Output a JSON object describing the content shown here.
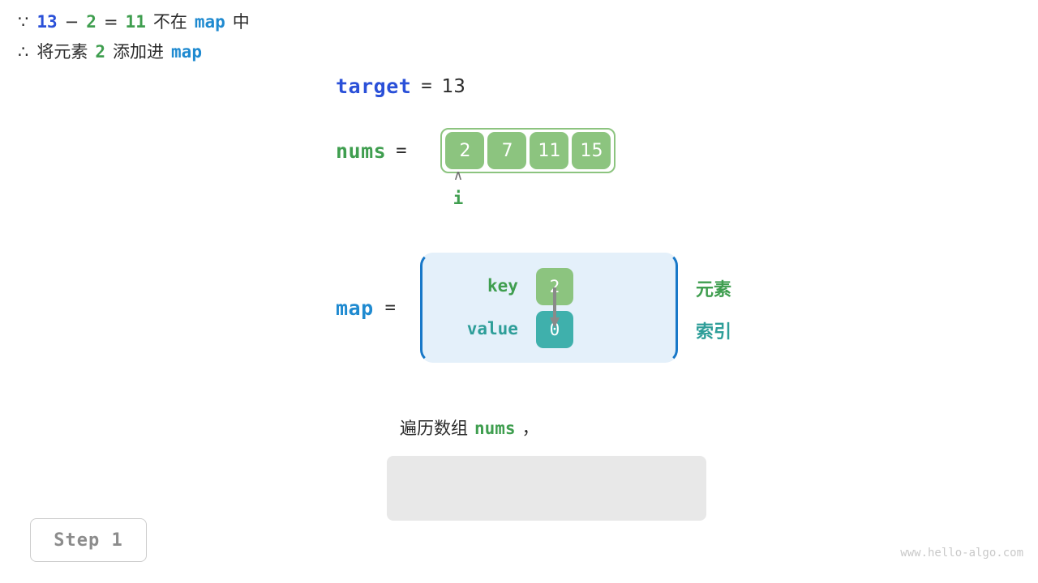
{
  "target": {
    "label": "target",
    "equals": "=",
    "value": "13"
  },
  "nums": {
    "label": "nums",
    "equals": "=",
    "cells": [
      "2",
      "7",
      "11",
      "15"
    ]
  },
  "pointer": {
    "caret": "∧",
    "label": "i"
  },
  "map": {
    "label": "map",
    "equals": "=",
    "key_label": "key",
    "value_label": "value",
    "key_cell": "2",
    "value_cell": "0",
    "side_label_element": "元素",
    "side_label_index": "索引",
    "arrow_color": "#8a8a8a"
  },
  "caption": {
    "prefix": "遍历数组",
    "code": "nums",
    "suffix": "，"
  },
  "explanation": {
    "line1": {
      "symbol": "∵",
      "a": "13",
      "minus": "−",
      "b": "2",
      "eq": "=",
      "result": "11",
      "text_mid": "不在",
      "map": "map",
      "text_end": "中"
    },
    "line2": {
      "symbol": "∴",
      "text_start": "将元素",
      "value": "2",
      "text_mid": "添加进",
      "map": "map"
    }
  },
  "step_badge": "Step 1",
  "watermark": "www.hello-algo.com",
  "colors": {
    "blue_target": "#2a50d8",
    "blue_map": "#1f8ad0",
    "green": "#3f9e4f",
    "green_cell": "#8cc47f",
    "teal": "#2e9e99",
    "teal_cell": "#3fb0ac",
    "map_box_fill": "#e4f0fa",
    "map_box_border": "#1878c8",
    "explain_box_bg": "#e8e8e8",
    "step_text": "#8c8c8c",
    "watermark": "#c9c9c9"
  }
}
